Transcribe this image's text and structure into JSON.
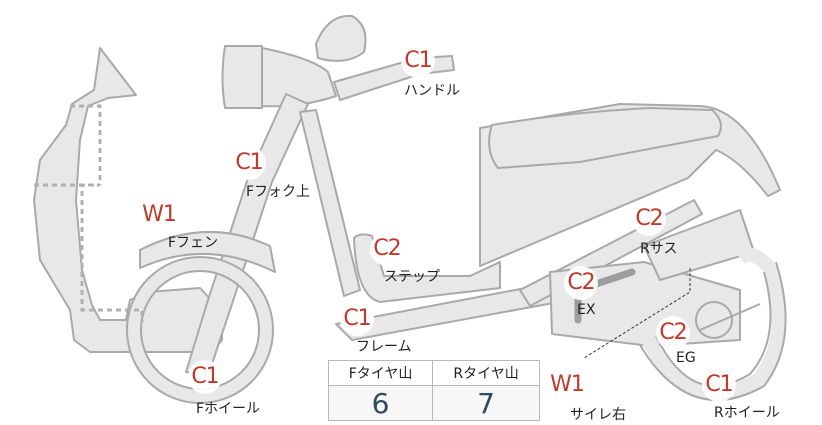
{
  "colors": {
    "body_fill": "#e8e8e8",
    "body_stroke": "#a9a9a9",
    "dotted": "#b0b0b0",
    "code_red": "#c0392b",
    "value_blue": "#34495e",
    "exhaust": "#9d9d9d"
  },
  "markers": [
    {
      "id": "handle",
      "code": "C1",
      "label": "ハンドル"
    },
    {
      "id": "f-fork-upper",
      "code": "C1",
      "label": "Fフォク上"
    },
    {
      "id": "f-fender",
      "code": "W1",
      "label": "Fフェン"
    },
    {
      "id": "step",
      "code": "C2",
      "label": "ステップ"
    },
    {
      "id": "frame",
      "code": "C1",
      "label": "フレーム"
    },
    {
      "id": "f-wheel",
      "code": "C1",
      "label": "Fホイール"
    },
    {
      "id": "r-suspension",
      "code": "C2",
      "label": "Rサス"
    },
    {
      "id": "exhaust",
      "code": "C2",
      "label": "EX"
    },
    {
      "id": "engine",
      "code": "C2",
      "label": "EG"
    },
    {
      "id": "silencer-right",
      "code": "W1",
      "label": "サイレ右"
    },
    {
      "id": "r-wheel",
      "code": "C1",
      "label": "Rホイール"
    }
  ],
  "tread_table": {
    "headers": [
      "Fタイヤ山",
      "Rタイヤ山"
    ],
    "values": [
      "6",
      "7"
    ]
  }
}
